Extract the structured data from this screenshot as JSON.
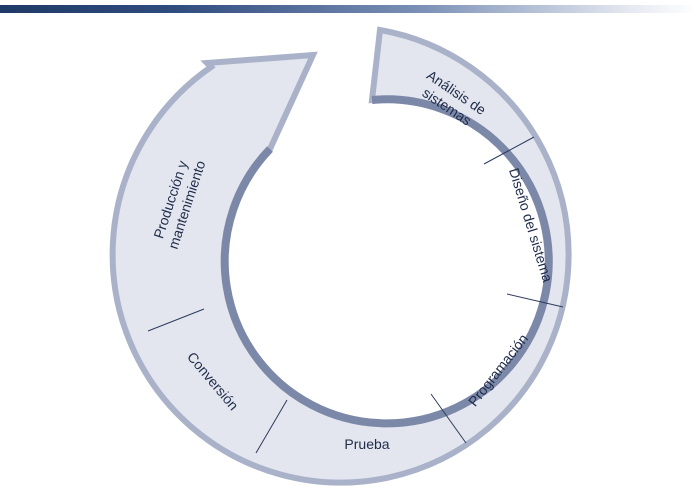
{
  "diagram": {
    "stages": [
      {
        "id": "analisis",
        "lines": [
          "Análisis de",
          "sistemas"
        ]
      },
      {
        "id": "diseno",
        "lines": [
          "Diseño del sistema"
        ]
      },
      {
        "id": "programacion",
        "lines": [
          "Programación"
        ]
      },
      {
        "id": "prueba",
        "lines": [
          "Prueba"
        ]
      },
      {
        "id": "conversion",
        "lines": [
          "Conversión"
        ]
      },
      {
        "id": "produccion",
        "lines": [
          "Producción y",
          "mantenimiento"
        ]
      }
    ],
    "colors": {
      "ring_fill": "#e3e6ee",
      "ring_border": "#a9b2c9",
      "inner_band": "#7b88a8",
      "divider": "#2c3b5e",
      "text": "#1f2c4a",
      "header_bar_dark": "#1f3a66"
    }
  }
}
